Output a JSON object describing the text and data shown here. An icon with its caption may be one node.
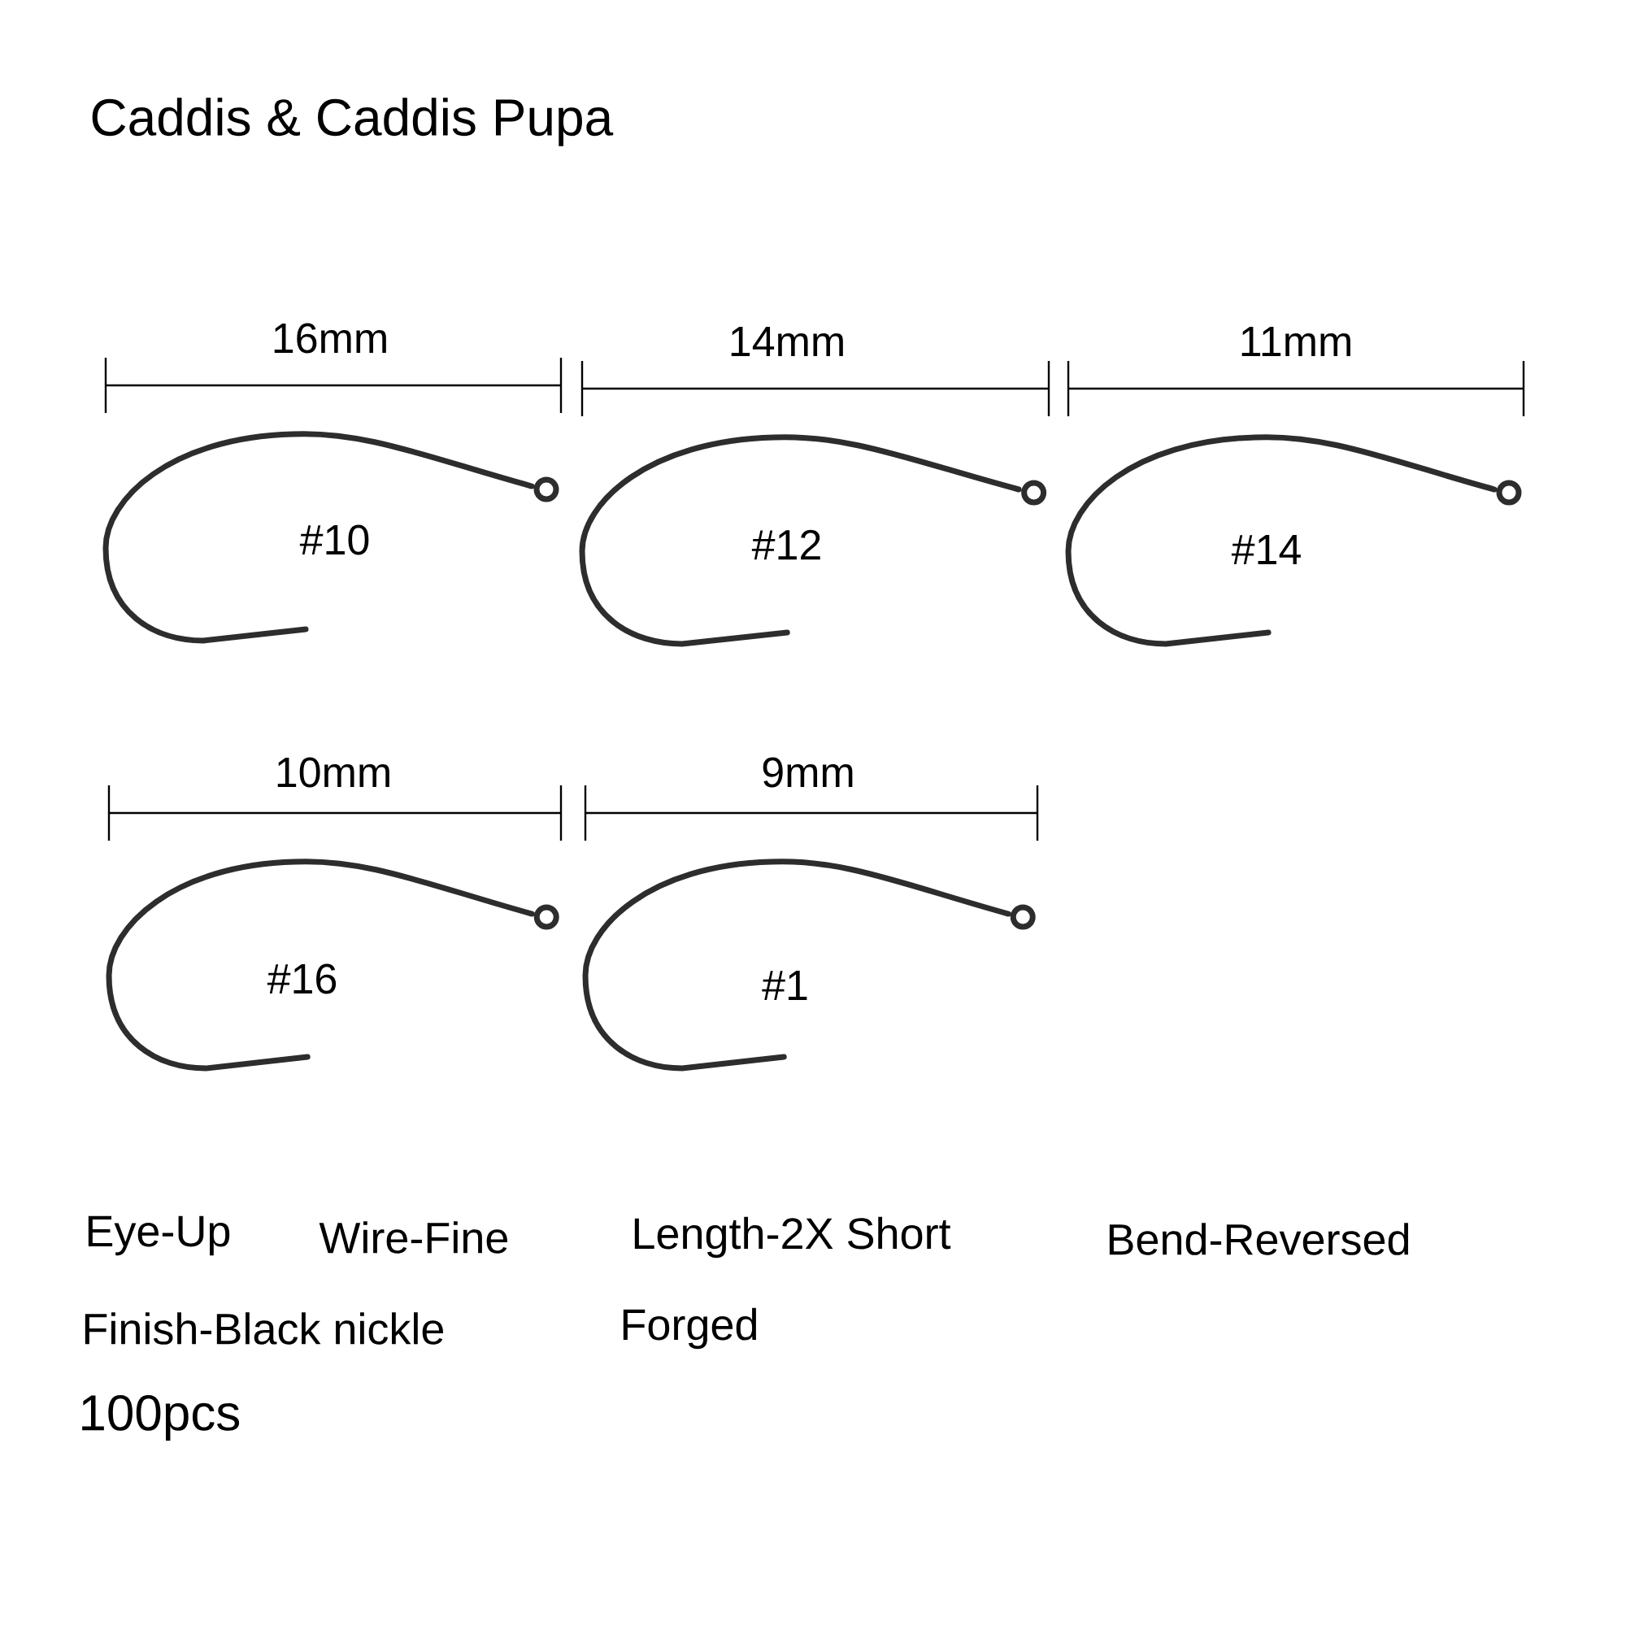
{
  "diagram": {
    "title": "Caddis & Caddis Pupa",
    "labels": [
      "16mm",
      "14mm",
      "11mm",
      "#10",
      "#12",
      "#14",
      "10mm",
      "9mm",
      "#16",
      "#1",
      "Eye-Up",
      "Wire-Fine",
      "Length-2X Short",
      "Bend-Reversed",
      "Finish-Black nickle",
      "Forged",
      "100pcs"
    ]
  }
}
